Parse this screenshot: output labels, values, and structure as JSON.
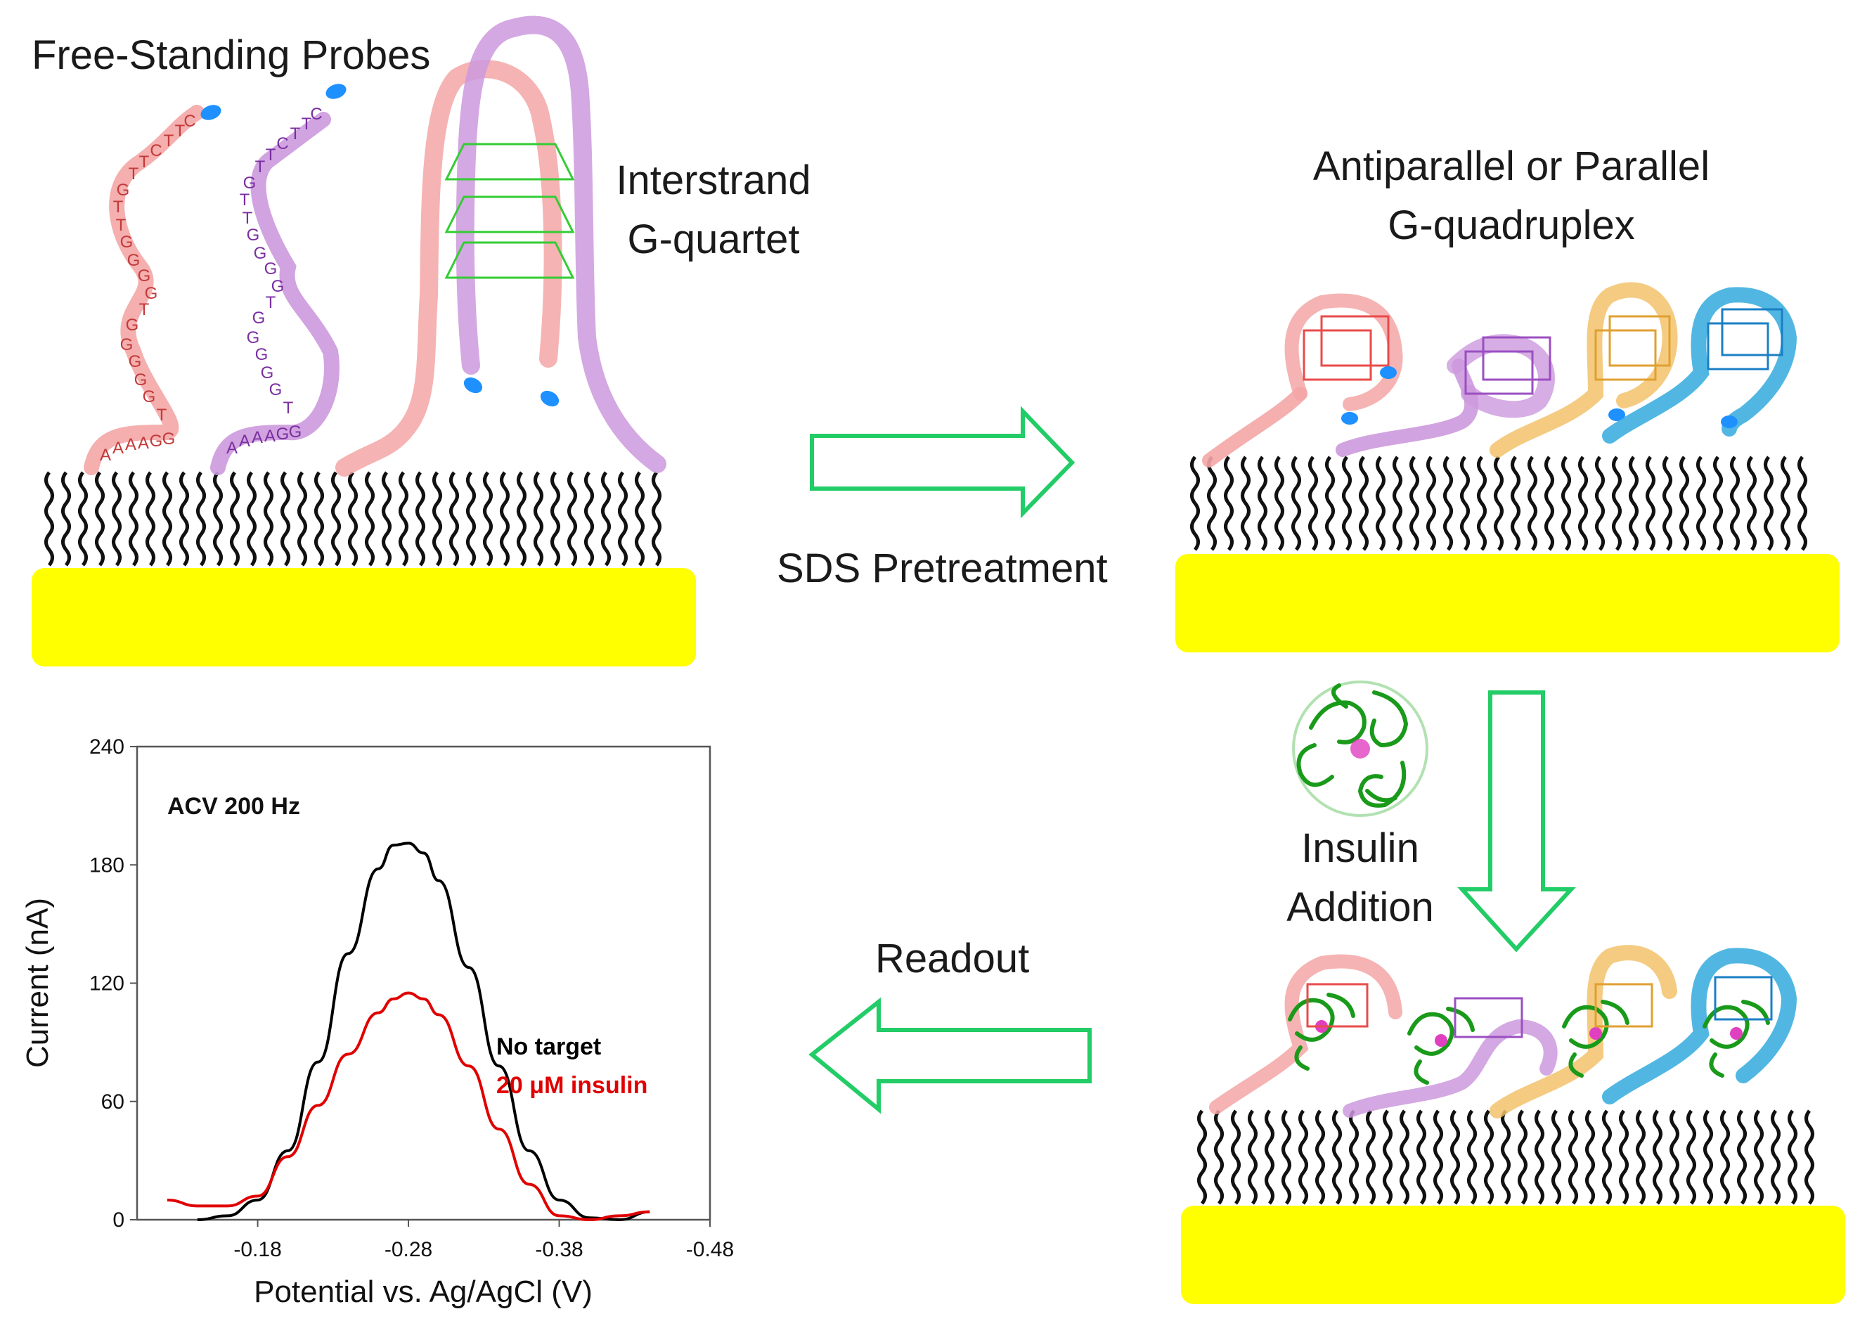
{
  "labels": {
    "free_standing": "Free-Standing Probes",
    "interstrand_line1": "Interstrand",
    "interstrand_line2": "G-quartet",
    "antiparallel_line1": "Antiparallel or Parallel",
    "antiparallel_line2": "G-quadruplex",
    "sds": "SDS Pretreatment",
    "insulin_line1": "Insulin",
    "insulin_line2": "Addition",
    "readout": "Readout"
  },
  "probes": {
    "pink_seq": "AAAAGGTGGGGGTGGGGTTGTTCTTC",
    "purple_seq": "AAAAGGTGGGGGTGGGGTTGTTCTTC",
    "end_text": "AAAAGGTGG",
    "mini_top": "TCTTC",
    "purple_loop": "TGT"
  },
  "colors": {
    "gold": "#ffff00",
    "arrow": "#22cc66",
    "pink": "#f4a6a6",
    "purple": "#cc99dd",
    "orange": "#f2c26b",
    "blue": "#33aadd",
    "quartet_line": "#33cc33",
    "insulin": "#22aa22",
    "chart_black": "#000000",
    "chart_red": "#e00000"
  },
  "chart_data": {
    "type": "line",
    "title": "ACV 200 Hz",
    "xlabel": "Potential vs. Ag/AgCl (V)",
    "ylabel": "Current (nA)",
    "xlim": [
      -0.1,
      -0.48
    ],
    "ylim": [
      0,
      240
    ],
    "xticks": [
      "-0.18",
      "-0.28",
      "-0.38",
      "-0.48"
    ],
    "xtick_values": [
      -0.18,
      -0.28,
      -0.38,
      -0.48
    ],
    "yticks": [
      "0",
      "60",
      "120",
      "180",
      "240"
    ],
    "ytick_values": [
      0,
      60,
      120,
      180,
      240
    ],
    "series": [
      {
        "name": "No target",
        "color": "#000000",
        "x": [
          -0.14,
          -0.16,
          -0.18,
          -0.2,
          -0.22,
          -0.24,
          -0.26,
          -0.27,
          -0.28,
          -0.29,
          -0.3,
          -0.32,
          -0.34,
          -0.36,
          -0.38,
          -0.4,
          -0.42,
          -0.44
        ],
        "y": [
          0,
          2,
          10,
          35,
          80,
          135,
          178,
          190,
          191,
          186,
          172,
          128,
          78,
          35,
          10,
          1,
          0,
          4
        ]
      },
      {
        "name": "20 μM insulin",
        "color": "#e00000",
        "x": [
          -0.12,
          -0.14,
          -0.16,
          -0.18,
          -0.2,
          -0.22,
          -0.24,
          -0.26,
          -0.27,
          -0.28,
          -0.29,
          -0.3,
          -0.32,
          -0.34,
          -0.36,
          -0.38,
          -0.4,
          -0.42,
          -0.44
        ],
        "y": [
          10,
          7,
          7,
          12,
          32,
          58,
          84,
          105,
          112,
          115,
          112,
          104,
          78,
          46,
          18,
          2,
          0,
          2,
          4
        ]
      }
    ]
  }
}
